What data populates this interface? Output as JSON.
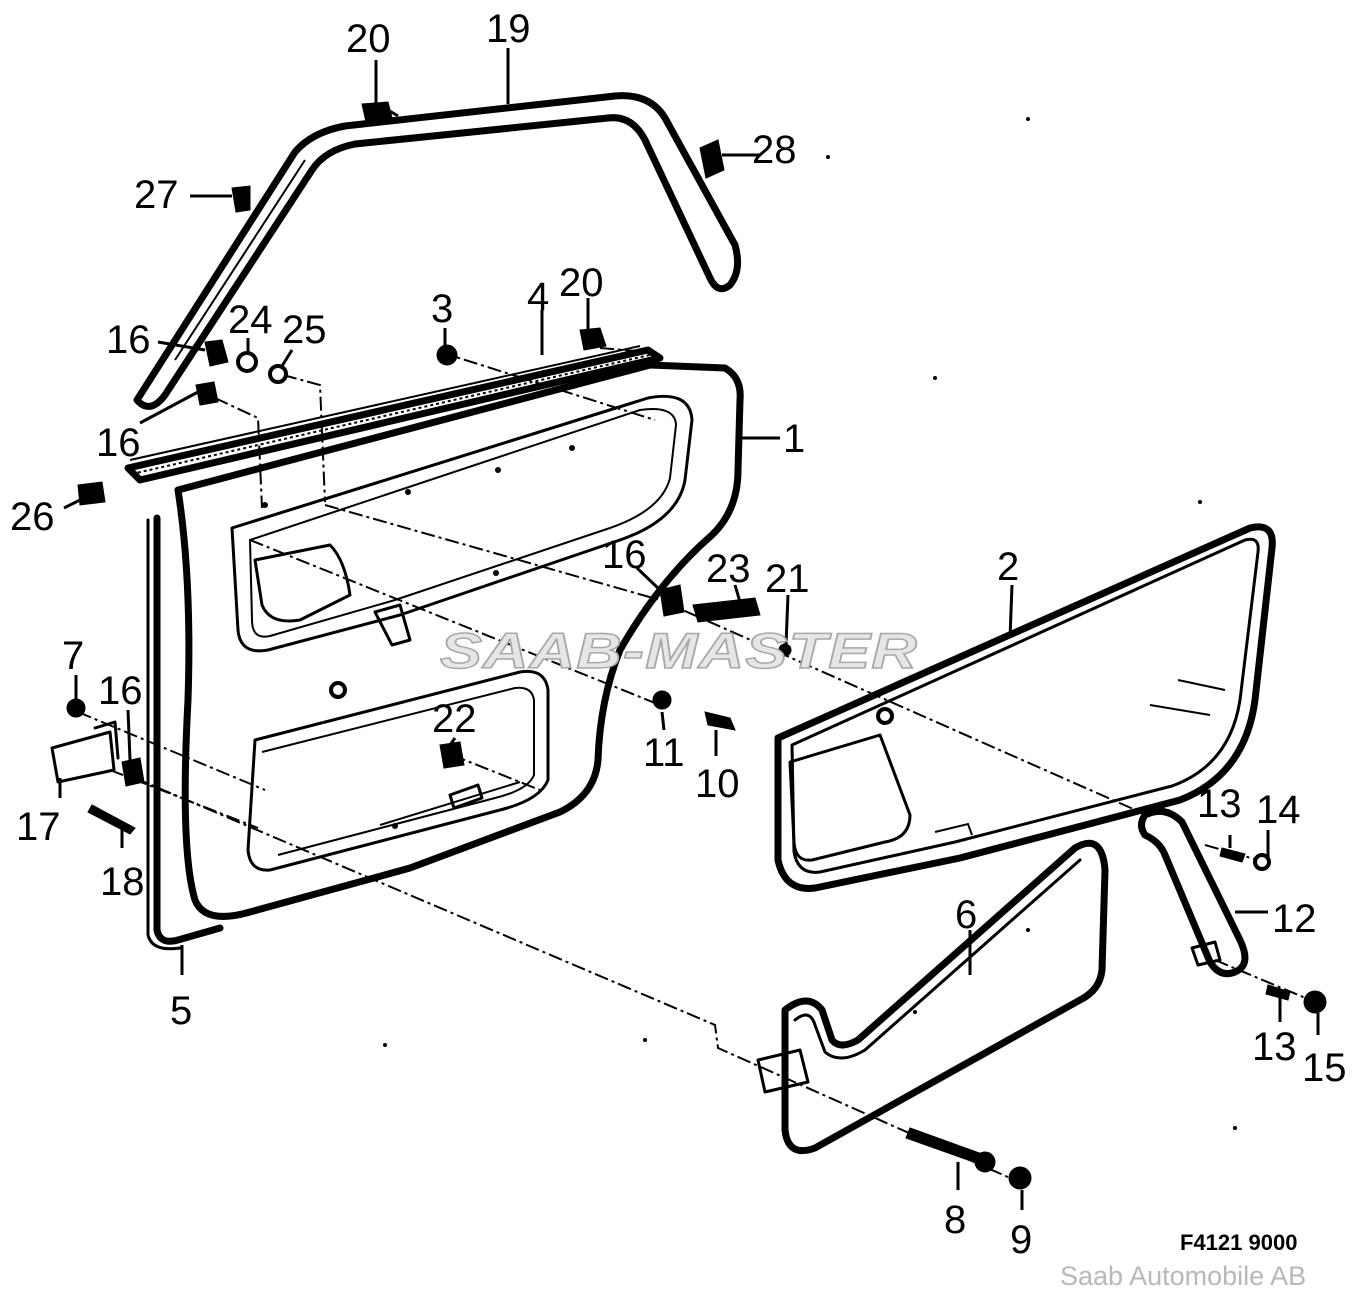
{
  "labels": {
    "p1": "1",
    "p2": "2",
    "p3": "3",
    "p4": "4",
    "p5": "5",
    "p6": "6",
    "p7": "7",
    "p8": "8",
    "p9": "9",
    "p10": "10",
    "p11": "11",
    "p12": "12",
    "p13a": "13",
    "p13b": "13",
    "p14": "14",
    "p15": "15",
    "p16a": "16",
    "p16b": "16",
    "p16c": "16",
    "p16d": "16",
    "p17": "17",
    "p18": "18",
    "p19": "19",
    "p20a": "20",
    "p20b": "20",
    "p21": "21",
    "p22": "22",
    "p23": "23",
    "p24": "24",
    "p25": "25",
    "p26": "26",
    "p27": "27",
    "p28": "28"
  },
  "watermark": "SAAB-MASTER",
  "drawing_ref": "F4121 9000",
  "copyright": "Saab Automobile AB"
}
